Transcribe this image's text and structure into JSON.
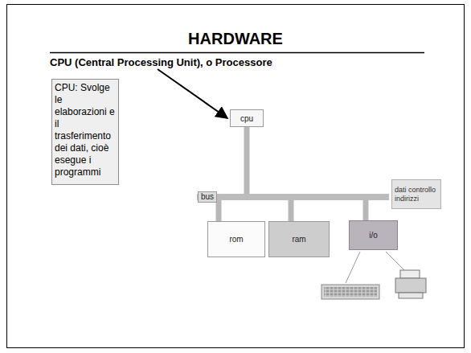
{
  "diagram": {
    "title": "HARDWARE",
    "nodes": [
      {
        "text": [
          "CPU: Svolge le elaborazioni e il trasferimento dei dati, cioè esegue i programmi"
        ]
      },
      {
        "text": [
          "cpu"
        ]
      },
      {
        "text": [
          "bus"
        ]
      },
      {
        "text": [
          "dati controllo indirizzi"
        ]
      },
      {
        "text": [
          "rom"
        ]
      },
      {
        "text": [
          "ram"
        ]
      },
      {
        "text": [
          "i/o"
        ]
      }
    ],
    "edges": [
      {
        "from": 1,
        "to": 2,
        "arrow": "none"
      },
      {
        "from": 2,
        "to": 4,
        "arrow": "none"
      },
      {
        "from": 2,
        "to": 5,
        "arrow": "none"
      },
      {
        "from": 2,
        "to": 6,
        "arrow": "none"
      }
    ],
    "labels": [
      "CPU (Central Processing Unit), o Processore"
    ]
  }
}
